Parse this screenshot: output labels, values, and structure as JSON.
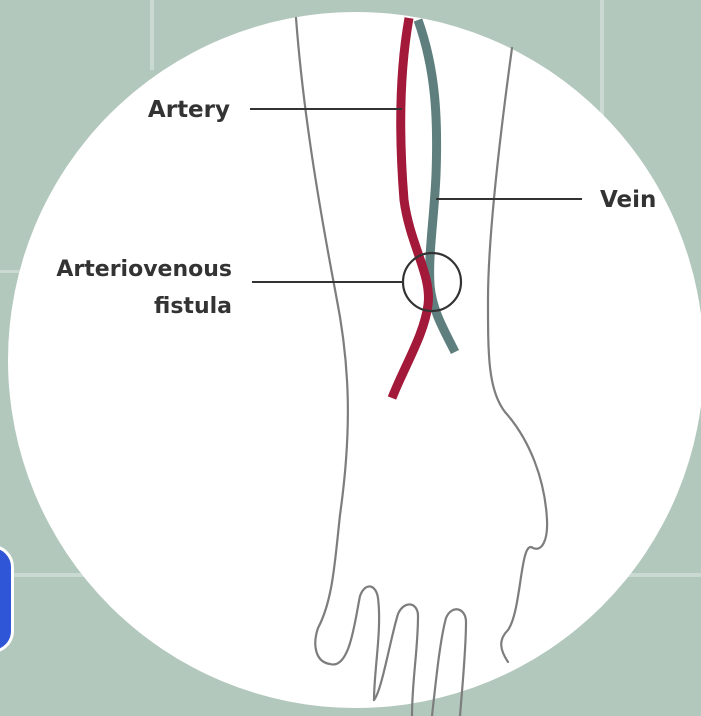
{
  "labels": {
    "artery": "Artery",
    "vein": "Vein",
    "fistula_line1": "Arteriovenous",
    "fistula_line2": "fistula"
  },
  "colors": {
    "background": "#b3c8bd",
    "circle": "#ffffff",
    "artery": "#a3193a",
    "vein": "#5e7f7d",
    "outline": "#7d7d7d",
    "text": "#333333",
    "accent_tab": "#2f56d6"
  }
}
